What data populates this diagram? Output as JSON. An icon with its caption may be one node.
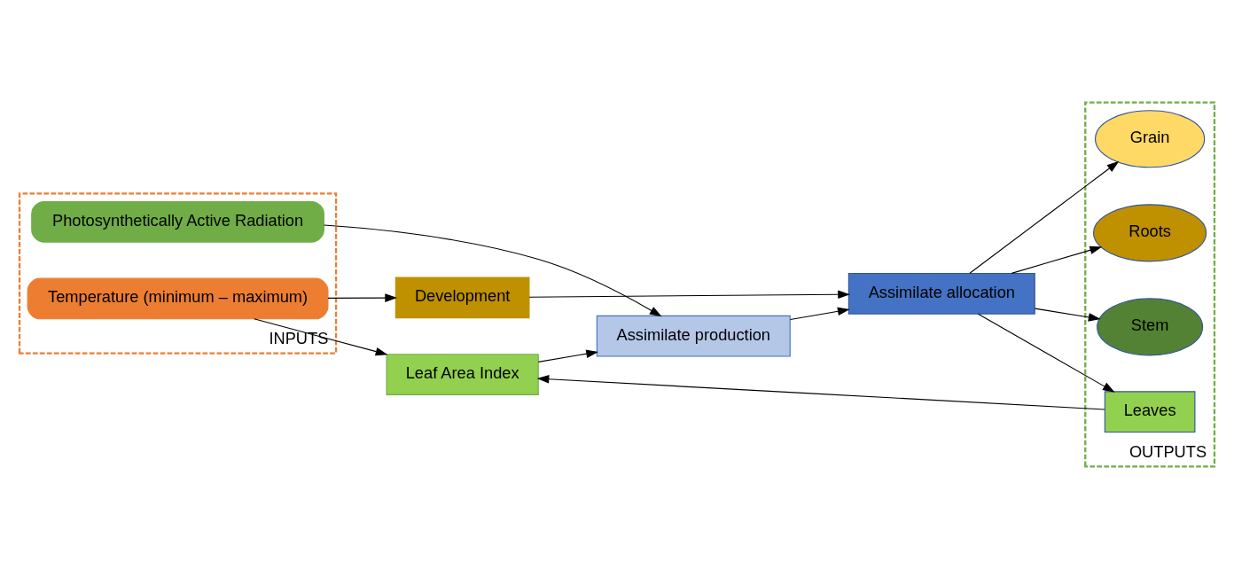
{
  "diagram": {
    "nodes": [
      {
        "text": [
          "INPUTS"
        ]
      },
      {
        "text": [
          "Temperature (minimum – maximum)"
        ],
        "in": 0
      },
      {
        "text": [
          "Photosynthetically Active Radiation"
        ],
        "in": 0
      },
      {
        "text": [
          "Development"
        ]
      },
      {
        "text": [
          "Leaf Area Index"
        ]
      },
      {
        "text": [
          "Assimilate production"
        ]
      },
      {
        "text": [
          "Assimilate allocation"
        ]
      },
      {
        "text": [
          "OUTPUTS"
        ]
      },
      {
        "text": [
          "Leaves"
        ],
        "in": 7
      },
      {
        "text": [
          "Roots"
        ],
        "in": 7
      },
      {
        "text": [
          "Stem"
        ],
        "in": 7
      },
      {
        "text": [
          "Grain"
        ],
        "in": 7
      }
    ],
    "edges": [
      {
        "from": 1,
        "to": 3,
        "arrow": "to"
      },
      {
        "from": 1,
        "to": 4,
        "arrow": "to"
      },
      {
        "from": 4,
        "to": 5,
        "arrow": "to"
      },
      {
        "from": 5,
        "to": 6,
        "arrow": "to"
      },
      {
        "from": 3,
        "to": 6,
        "arrow": "to"
      },
      {
        "from": 2,
        "to": 5,
        "arrow": "to"
      },
      {
        "from": 6,
        "to": 8,
        "arrow": "to"
      },
      {
        "from": 6,
        "to": 9,
        "arrow": "to"
      },
      {
        "from": 6,
        "to": 10,
        "arrow": "to"
      },
      {
        "from": 6,
        "to": 11,
        "arrow": "to"
      },
      {
        "from": 8,
        "to": 4,
        "arrow": "to"
      }
    ]
  }
}
